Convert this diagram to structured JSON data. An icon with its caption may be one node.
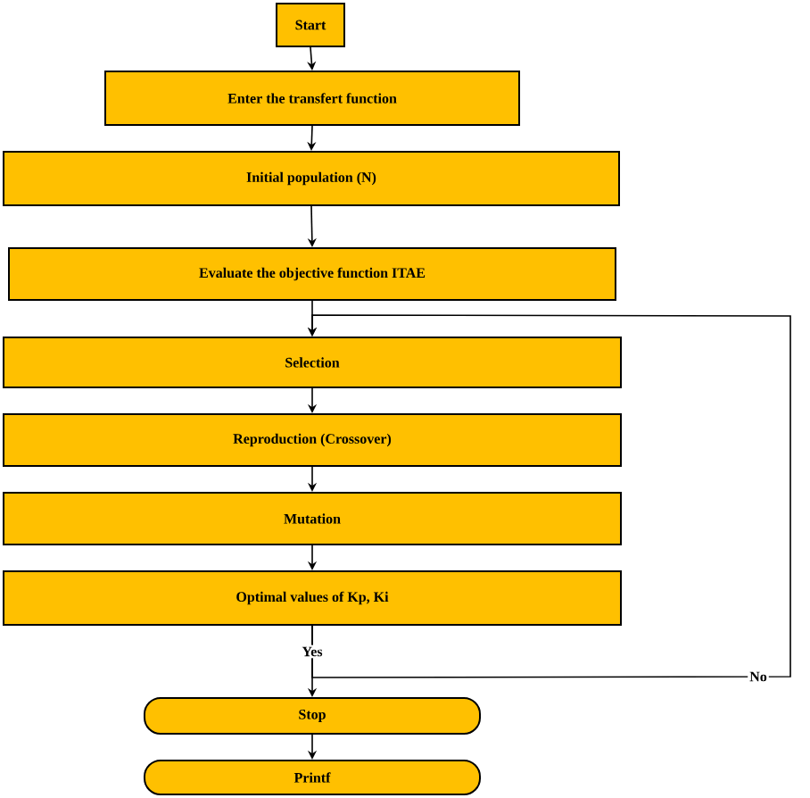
{
  "diagram": {
    "nodes": [
      {
        "text": [
          "Start"
        ]
      },
      {
        "text": [
          "Enter the transfert function"
        ]
      },
      {
        "text": [
          "Initial population (N)"
        ]
      },
      {
        "text": [
          "Evaluate the objective function ITAE"
        ]
      },
      {
        "text": [
          "Selection"
        ]
      },
      {
        "text": [
          "Reproduction (Crossover)"
        ]
      },
      {
        "text": [
          "Mutation"
        ]
      },
      {
        "text": [
          "Optimal values of Kp, Ki"
        ]
      },
      {
        "text": [
          "Stop"
        ]
      },
      {
        "text": [
          "Printf"
        ]
      }
    ],
    "edges": [
      {
        "from": 0,
        "to": 1,
        "arrow": "to"
      },
      {
        "from": 1,
        "to": 2,
        "arrow": "to"
      },
      {
        "from": 2,
        "to": 3,
        "arrow": "to"
      },
      {
        "from": 3,
        "to": 4,
        "arrow": "to"
      },
      {
        "from": 4,
        "to": 5,
        "arrow": "to"
      },
      {
        "from": 5,
        "to": 6,
        "arrow": "to"
      },
      {
        "from": 6,
        "to": 7,
        "arrow": "to"
      },
      {
        "from": 7,
        "to": 8,
        "arrow": "to",
        "label": "Yes"
      },
      {
        "from": 7,
        "to": 4,
        "arrow": "to",
        "label": "No"
      },
      {
        "from": 8,
        "to": 9,
        "arrow": "to"
      }
    ]
  }
}
